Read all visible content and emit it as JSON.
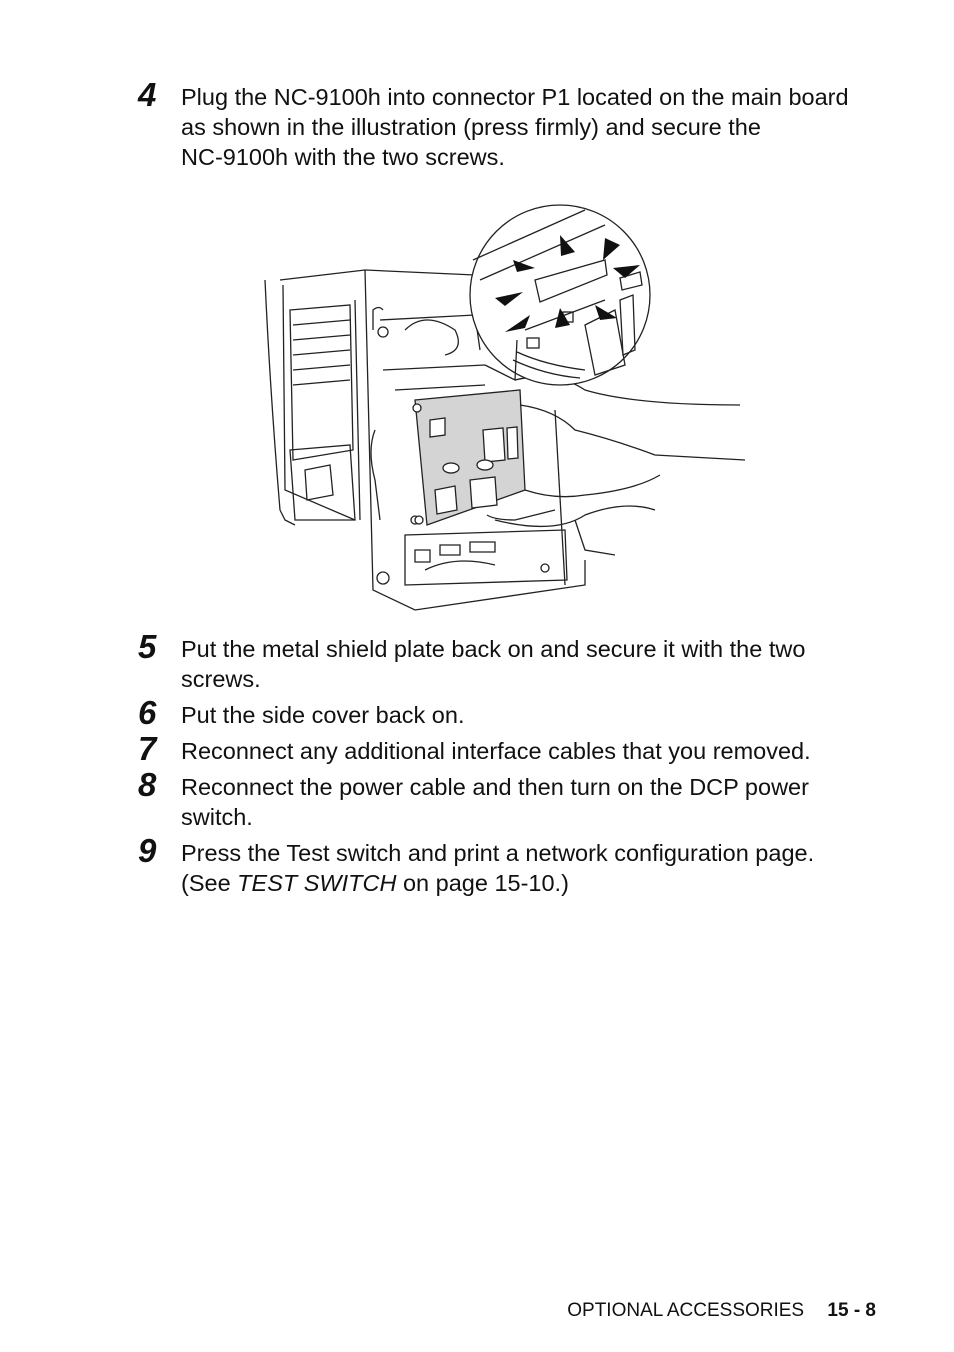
{
  "steps": [
    {
      "num": "4",
      "lines": [
        "Plug the NC-9100h into connector P1 located on the main board",
        "as shown in the illustration (press firmly) and secure the",
        "NC-9100h with the two screws."
      ]
    },
    {
      "num": "5",
      "lines": [
        "Put the metal shield plate back on and secure it with the two",
        "screws."
      ]
    },
    {
      "num": "6",
      "lines": [
        "Put the side cover back on."
      ]
    },
    {
      "num": "7",
      "lines": [
        "Reconnect any additional interface cables that you removed."
      ]
    },
    {
      "num": "8",
      "lines": [
        "Reconnect the power cable and then turn on the DCP power",
        "switch."
      ]
    },
    {
      "num": "9",
      "line1": "Press the Test switch and print a network configuration page.",
      "line2_pre": "(See ",
      "line2_em": "TEST SWITCH",
      "line2_post": " on page 15-10.)"
    }
  ],
  "figure": {
    "icon": "printer-install-nc9100h-illustration"
  },
  "footer": {
    "section": "OPTIONAL ACCESSORIES",
    "page": "15 - 8"
  }
}
